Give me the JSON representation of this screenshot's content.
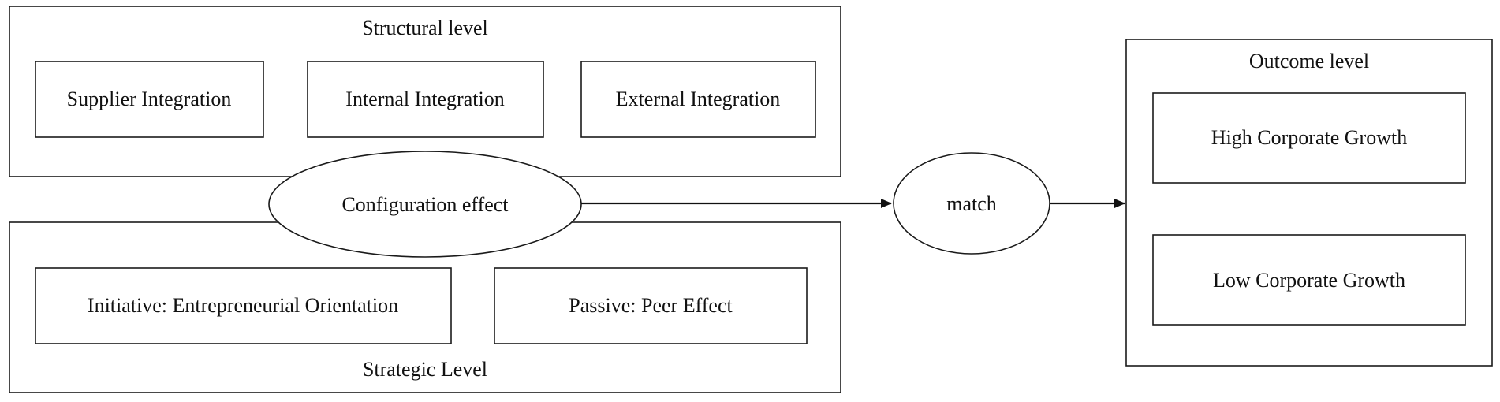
{
  "structural": {
    "title": "Structural level",
    "items": [
      "Supplier Integration",
      "Internal Integration",
      "External Integration"
    ]
  },
  "strategic": {
    "title": "Strategic Level",
    "items": [
      "Initiative: Entrepreneurial Orientation",
      "Passive: Peer Effect"
    ]
  },
  "configuration": {
    "label": "Configuration effect"
  },
  "match": {
    "label": "match"
  },
  "outcome": {
    "title": "Outcome level",
    "items": [
      "High Corporate Growth",
      "Low Corporate Growth"
    ]
  },
  "colors": {
    "stroke": "#1a1a1a",
    "text": "#111111",
    "background": "#ffffff"
  }
}
